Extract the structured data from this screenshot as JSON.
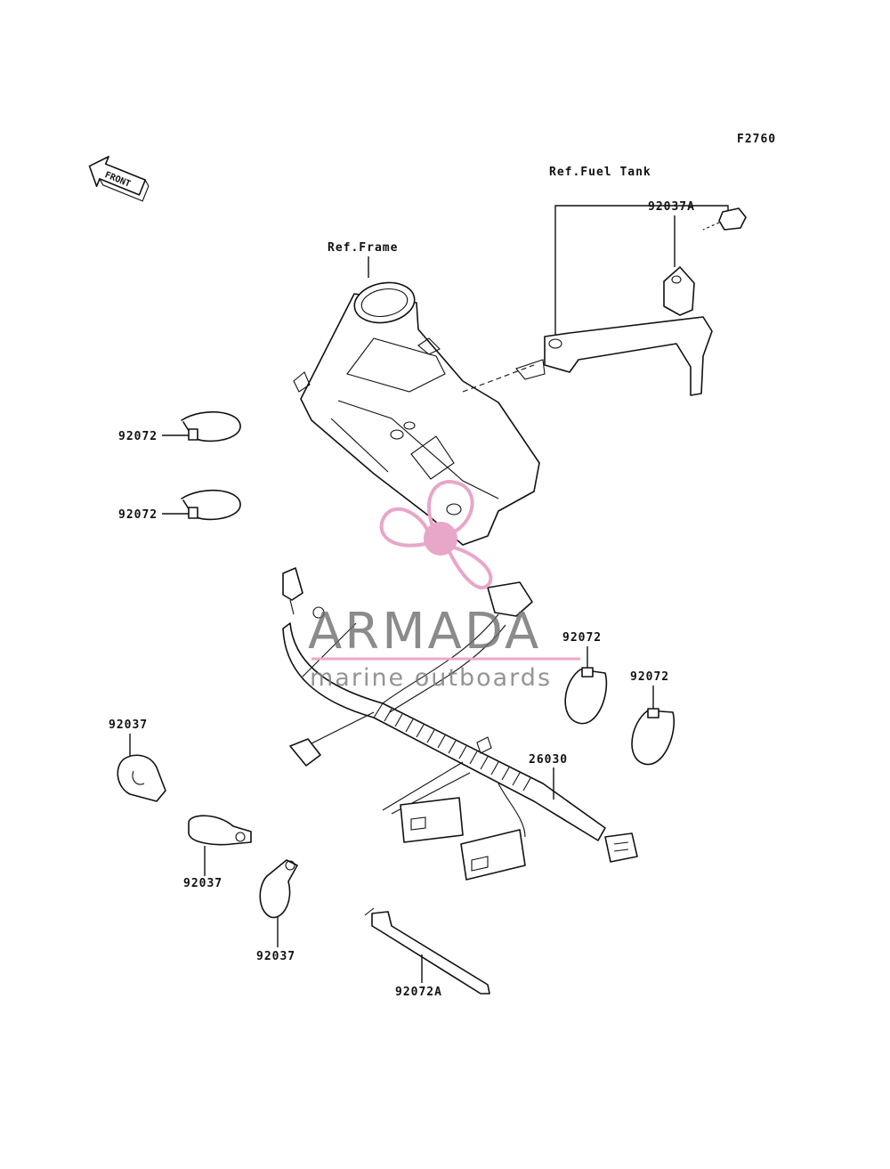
{
  "diagram_code": "F2760",
  "front_marker": "FRONT",
  "ref_fuel_tank": "Ref.Fuel Tank",
  "ref_frame": "Ref.Frame",
  "callouts": {
    "bolt_92037a": "92037A",
    "tie_upper_1": "92072",
    "tie_upper_2": "92072",
    "tie_right_1": "92072",
    "tie_right_2": "92072",
    "clamp_1": "92037",
    "clamp_2": "92037",
    "clamp_3": "92037",
    "harness": "26030",
    "tie_a": "92072A"
  },
  "watermark": {
    "brand": "ARMADA",
    "tagline": "marine outboards",
    "accent_color": "#e8a6c8",
    "line_color": "#e9a9c9"
  }
}
